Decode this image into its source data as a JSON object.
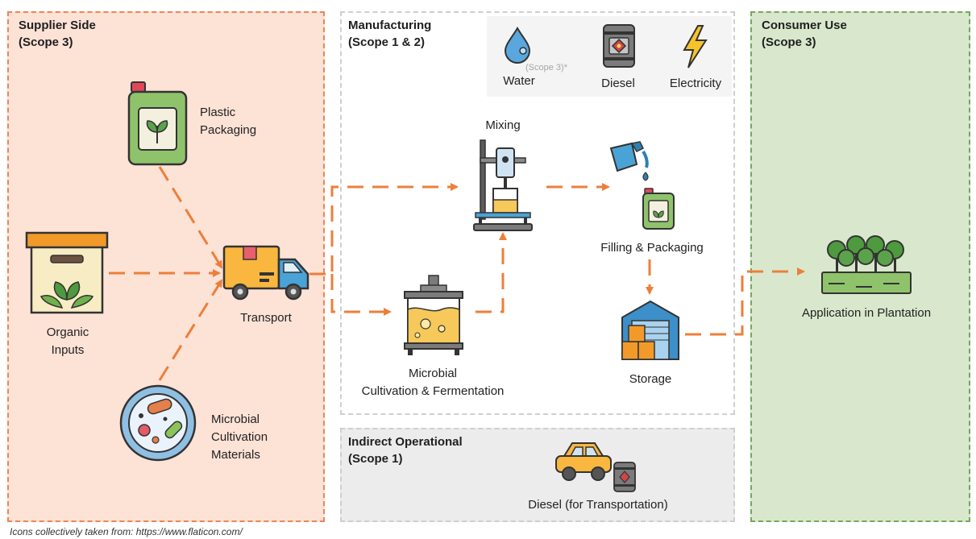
{
  "regions": {
    "supplier": "Supplier Side\n(Scope 3)",
    "manufacturing": "Manufacturing\n(Scope 1 & 2)",
    "indirect": "Indirect Operational\n(Scope 1)",
    "consumer": "Consumer Use\n(Scope 3)"
  },
  "resources": {
    "water": "Water",
    "water_note": "(Scope 3)*",
    "diesel": "Diesel",
    "electricity": "Electricity"
  },
  "nodes": {
    "plastic_packaging": "Plastic\nPackaging",
    "organic_inputs": "Organic\nInputs",
    "microbial_materials": "Microbial\nCultivation\nMaterials",
    "transport": "Transport",
    "mixing": "Mixing",
    "microbial_fermentation": "Microbial\nCultivation & Fermentation",
    "filling_packaging": "Filling & Packaging",
    "storage": "Storage",
    "plantation": "Application in Plantation",
    "diesel_transport": "Diesel (for Transportation)"
  },
  "footer": "Icons collectively taken from: https://www.flaticon.com/",
  "colors": {
    "arrow": "#ec7f3a",
    "supplier_bg": "#fde2d6",
    "consumer_bg": "#d9e8cd",
    "indirect_bg": "#ececec"
  }
}
